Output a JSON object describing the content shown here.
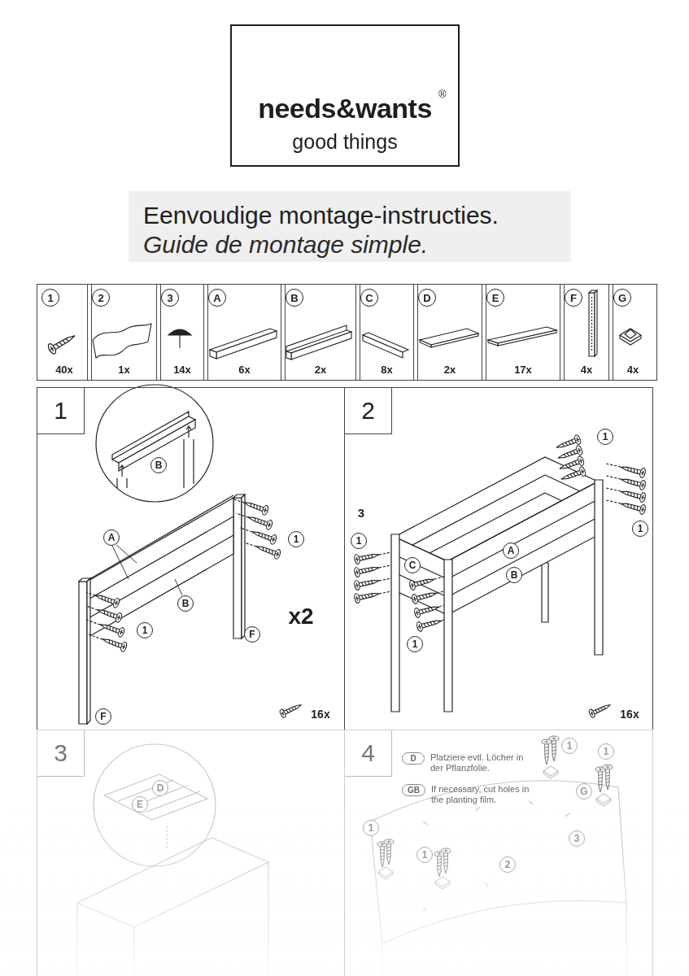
{
  "diagram": {
    "title": "Eenvoudige montage-instructies.",
    "nodes": [
      {
        "text": [
          "needs&wants",
          "®",
          "good things"
        ]
      },
      {
        "text": [
          "Eenvoudige montage-instructies.",
          "Guide de montage simple."
        ]
      },
      {
        "text": [
          "1",
          "40x"
        ]
      },
      {
        "text": [
          "2",
          "1x"
        ]
      },
      {
        "text": [
          "3",
          "14x"
        ]
      },
      {
        "text": [
          "A",
          "6x"
        ]
      },
      {
        "text": [
          "B",
          "2x"
        ]
      },
      {
        "text": [
          "C",
          "8x"
        ]
      },
      {
        "text": [
          "D",
          "2x"
        ]
      },
      {
        "text": [
          "E",
          "17x"
        ]
      },
      {
        "text": [
          "F",
          "4x"
        ]
      },
      {
        "text": [
          "G",
          "4x"
        ]
      },
      {
        "text": [
          "1"
        ]
      },
      {
        "text": [
          "2"
        ]
      },
      {
        "text": [
          "3"
        ]
      },
      {
        "text": [
          "4"
        ]
      },
      {
        "text": [
          "D",
          "Platziere evtl. Löcher in der Pflanzfolie."
        ],
        "in": 15
      },
      {
        "text": [
          "GB",
          "If necessary, cut holes in the planting film."
        ],
        "in": 15
      }
    ],
    "labels": [
      "B",
      "A",
      "B",
      "1",
      "1",
      "F",
      "F",
      "x2",
      "16x",
      "1",
      "1",
      "3",
      "1",
      "C",
      "A",
      "B",
      "1",
      "16x",
      "D",
      "E",
      "1",
      "1",
      "G",
      "1",
      "1",
      "2",
      "3"
    ]
  }
}
